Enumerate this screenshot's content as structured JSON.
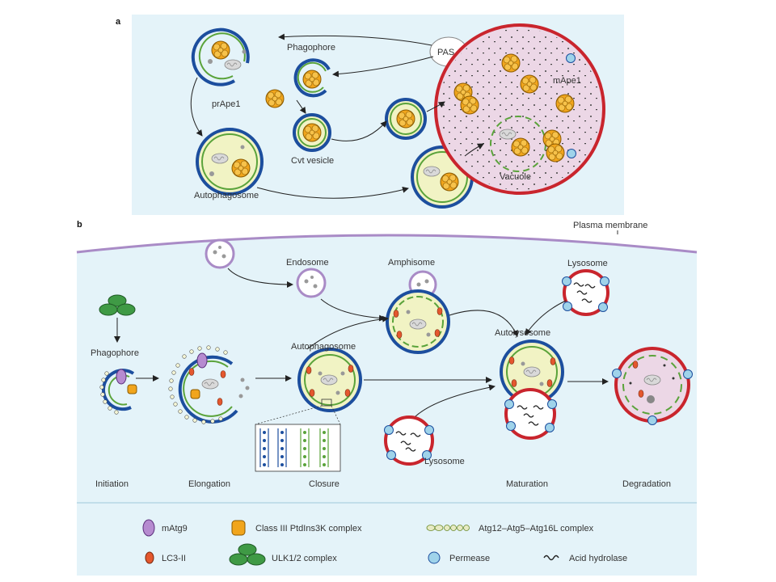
{
  "panel_a": {
    "letter": "a",
    "labels": {
      "phagophore": "Phagophore",
      "pas": "PAS",
      "prape1": "prApe1",
      "cvt_vesicle": "Cvt vesicle",
      "autophagosome": "Autophagosome",
      "vacuole": "Vacuole",
      "mape1": "mApe1"
    }
  },
  "panel_b": {
    "letter": "b",
    "labels": {
      "plasma_membrane": "Plasma membrane",
      "endosome": "Endosome",
      "amphisome": "Amphisome",
      "lysosome_top": "Lysosome",
      "phagophore": "Phagophore",
      "autophagosome": "Autophagosome",
      "autolysosome": "Autolysosome",
      "lysosome_bottom": "Lysosome"
    },
    "stages": [
      "Initiation",
      "Elongation",
      "Closure",
      "Maturation",
      "Degradation"
    ]
  },
  "legend": {
    "mAtg9": "mAtg9",
    "pi3k": "Class III PtdIns3K complex",
    "atg12": "Atg12–Atg5–Atg16L complex",
    "lc3": "LC3-II",
    "ulk": "ULK1/2 complex",
    "permease": "Permease",
    "hydrolase": "Acid hydrolase"
  },
  "colors": {
    "panel_bg": "#e4f3f9",
    "membrane_blue": "#1c4e9e",
    "membrane_green": "#5aa33a",
    "vacuole_red": "#c9252d",
    "vacuole_fill": "#ecd7e6",
    "lumen_yellow": "#f1f3c4",
    "cargo_orange": "#f1a51c",
    "endosome_purple": "#a98bc6",
    "ulk_green": "#3f9a45",
    "permease_blue": "#9fd3ea"
  }
}
